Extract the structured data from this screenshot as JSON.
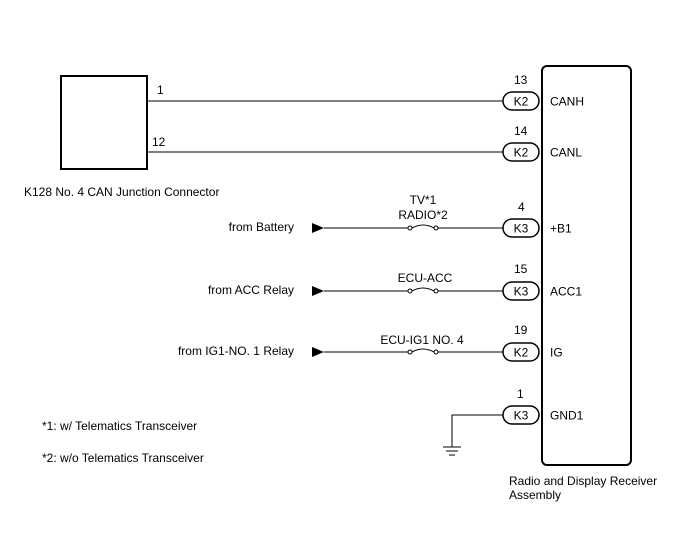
{
  "junction": {
    "label": "K128  No. 4 CAN Junction Connector",
    "pins": [
      "1",
      "12"
    ]
  },
  "receiver": {
    "label_line1": "Radio and Display Receiver",
    "label_line2": "Assembly"
  },
  "rows": [
    {
      "pin": "13",
      "connector": "K2",
      "signal": "CANH",
      "source": "",
      "fuse_line1": "",
      "fuse_line2": ""
    },
    {
      "pin": "14",
      "connector": "K2",
      "signal": "CANL",
      "source": "",
      "fuse_line1": "",
      "fuse_line2": ""
    },
    {
      "pin": "4",
      "connector": "K3",
      "signal": "+B1",
      "source": "from Battery",
      "fuse_line1": "TV*1",
      "fuse_line2": "RADIO*2"
    },
    {
      "pin": "15",
      "connector": "K3",
      "signal": "ACC1",
      "source": "from ACC Relay",
      "fuse_line1": "ECU-ACC",
      "fuse_line2": ""
    },
    {
      "pin": "19",
      "connector": "K2",
      "signal": "IG",
      "source": "from IG1-NO. 1 Relay",
      "fuse_line1": "ECU-IG1 NO. 4",
      "fuse_line2": ""
    },
    {
      "pin": "1",
      "connector": "K3",
      "signal": "GND1",
      "source": "",
      "fuse_line1": "",
      "fuse_line2": ""
    }
  ],
  "notes": [
    "*1: w/ Telematics Transceiver",
    "*2: w/o Telematics Transceiver"
  ]
}
